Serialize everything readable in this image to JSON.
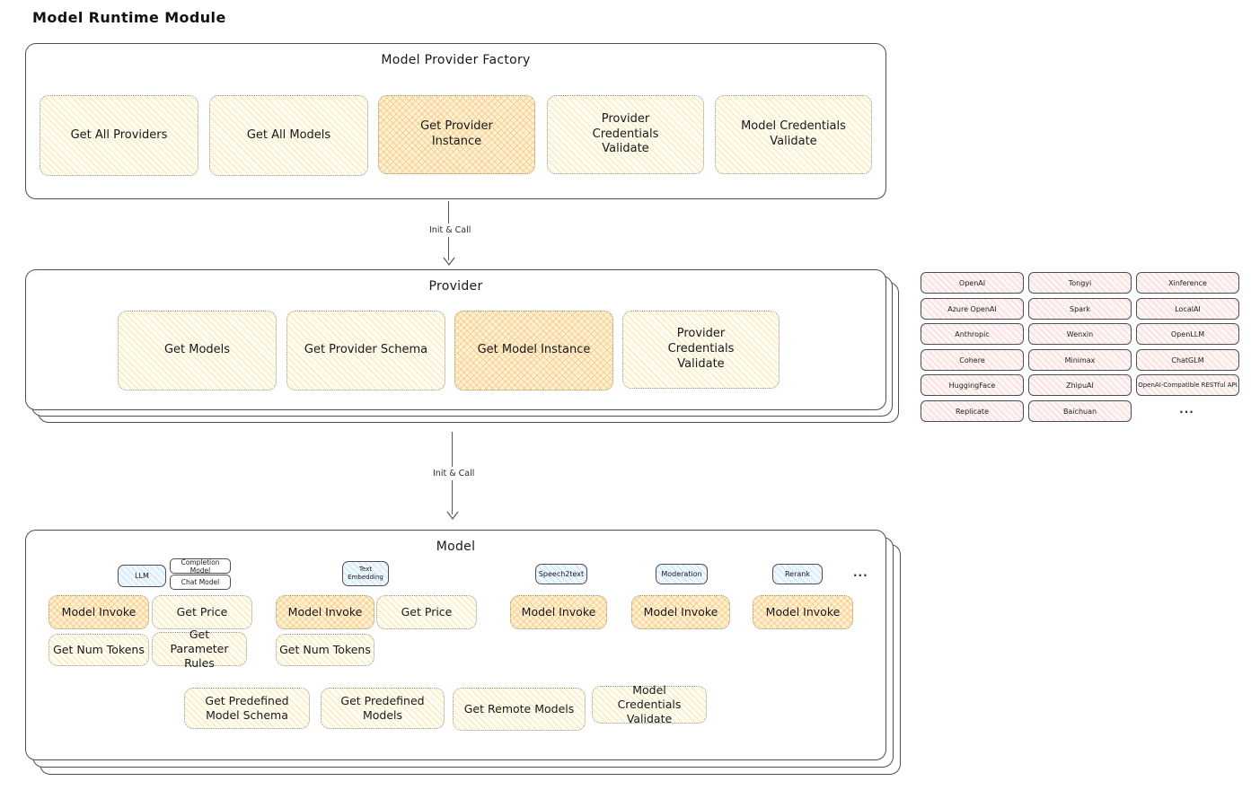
{
  "title": "Model Runtime Module",
  "arrows": {
    "label1": "Init & Call",
    "label2": "Init & Call"
  },
  "factory": {
    "title": "Model Provider Factory",
    "items": [
      {
        "label": "Get All Providers",
        "highlight": false
      },
      {
        "label": "Get All Models",
        "highlight": false
      },
      {
        "label": "Get Provider Instance",
        "highlight": true
      },
      {
        "label": "Provider Credentials Validate",
        "highlight": false
      },
      {
        "label": "Model Credentials Validate",
        "highlight": false
      }
    ]
  },
  "provider": {
    "title": "Provider",
    "items": [
      {
        "label": "Get Models",
        "highlight": false
      },
      {
        "label": "Get Provider Schema",
        "highlight": false
      },
      {
        "label": "Get Model Instance",
        "highlight": true
      },
      {
        "label": "Provider Credentials Validate",
        "highlight": false
      }
    ]
  },
  "provider_catalog": {
    "columns": [
      [
        "OpenAI",
        "Azure OpenAI",
        "Anthropic",
        "Cohere",
        "HuggingFace",
        "Replicate"
      ],
      [
        "Tongyi",
        "Spark",
        "Wenxin",
        "Minimax",
        "ZhipuAI",
        "Baichuan"
      ],
      [
        "Xinference",
        "LocalAI",
        "OpenLLM",
        "ChatGLM",
        "OpenAI-Compatible RESTful API"
      ]
    ],
    "more": "..."
  },
  "model": {
    "title": "Model",
    "tags": {
      "llm": "LLM",
      "completion": "Completion Model",
      "chat": "Chat Model",
      "text_embedding": "Text Embedding",
      "speech2text": "Speech2text",
      "moderation": "Moderation",
      "rerank": "Rerank",
      "more": "..."
    },
    "functions": {
      "llm_invoke": "Model Invoke",
      "llm_price": "Get Price",
      "llm_tokens": "Get Num Tokens",
      "llm_param_rules": "Get Parameter Rules",
      "te_invoke": "Model Invoke",
      "te_price": "Get Price",
      "te_tokens": "Get Num Tokens",
      "s2t_invoke": "Model Invoke",
      "moderation_invoke": "Model Invoke",
      "rerank_invoke": "Model Invoke"
    },
    "bottom": [
      "Get Predefined Model Schema",
      "Get Predefined Models",
      "Get Remote Models",
      "Model Credentials Validate"
    ]
  },
  "colors": {
    "highlight_hatch": "#f6b24c",
    "cream_hatch": "#f2d482",
    "pink_hatch": "#ee9e9e",
    "blue_hatch": "#8cc3f0",
    "border_dark": "#4b4e55"
  }
}
